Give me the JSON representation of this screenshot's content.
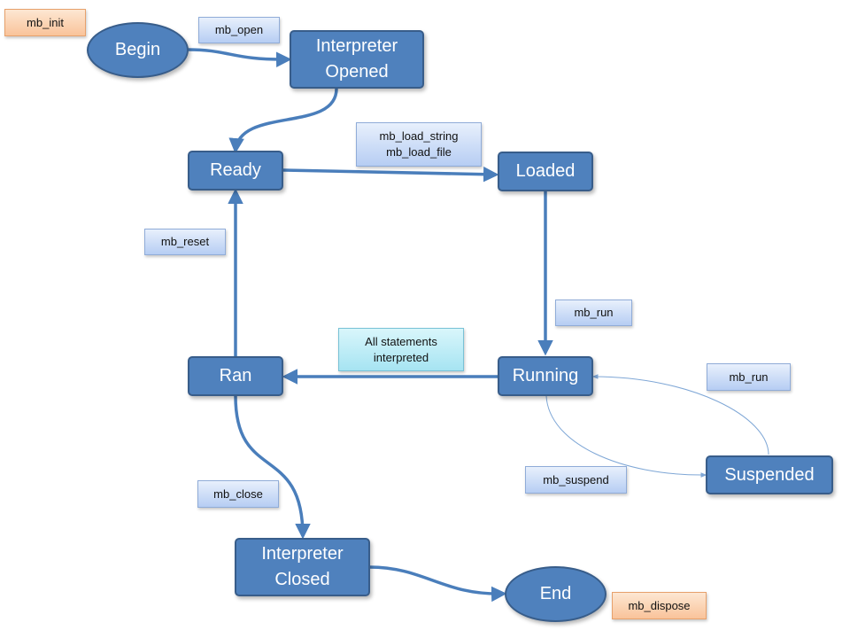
{
  "nodes": {
    "begin": "Begin",
    "interp_opened": "Interpreter\nOpened",
    "ready": "Ready",
    "loaded": "Loaded",
    "running": "Running",
    "ran": "Ran",
    "suspended": "Suspended",
    "interp_closed": "Interpreter\nClosed",
    "end": "End"
  },
  "labels": {
    "mb_init": "mb_init",
    "mb_open": "mb_open",
    "mb_load": "mb_load_string\nmb_load_file",
    "mb_reset": "mb_reset",
    "mb_run": "mb_run",
    "all_statements": "All statements\ninterpreted",
    "mb_run_resume": "mb_run",
    "mb_suspend": "mb_suspend",
    "mb_close": "mb_close",
    "mb_dispose": "mb_dispose"
  },
  "colors": {
    "node_fill": "#4f81bd",
    "node_border": "#385d8a",
    "edge": "#4a7ebb",
    "edge_thin": "#7fa7d6",
    "label_blue": "#c6d9f7",
    "label_cyan": "#b6ecf7",
    "label_orange": "#fbd3b4"
  }
}
